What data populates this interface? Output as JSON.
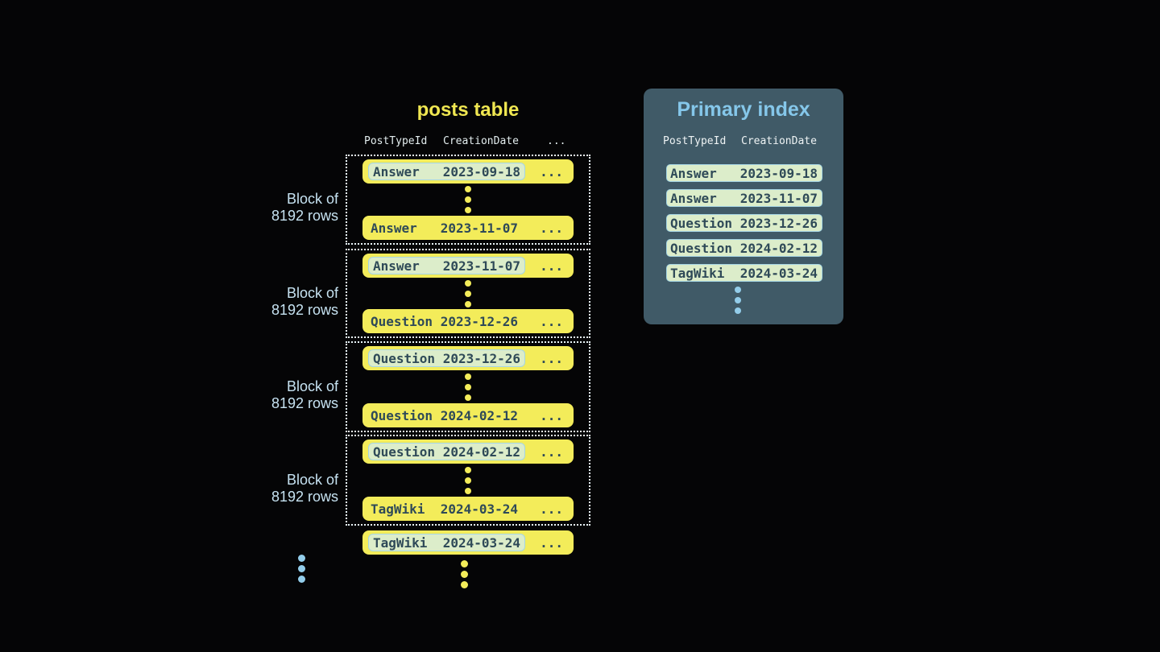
{
  "colors": {
    "background": "#050506",
    "row_yellow": "#f3ec5a",
    "title_yellow": "#f0e751",
    "row_text": "#2f4a58",
    "highlight_green": "#dcedca",
    "highlight_border": "#a5d5e4",
    "panel_background": "#405a67",
    "panel_title_blue": "#85c7ea",
    "header_text": "#e3edee",
    "block_label_blue": "#c6e2f1",
    "dot_blue": "#93cdea"
  },
  "posts_table": {
    "title": "posts table",
    "header": {
      "col1": "PostTypeId",
      "col2": "CreationDate",
      "ellipsis": "..."
    },
    "block_label": {
      "line1": "Block of",
      "line2": "8192 rows"
    },
    "row_ellipsis": "...",
    "blocks": [
      {
        "first_row": "Answer   2023-09-18",
        "last_row": "Answer   2023-11-07"
      },
      {
        "first_row": "Answer   2023-11-07",
        "last_row": "Question 2023-12-26"
      },
      {
        "first_row": "Question 2023-12-26",
        "last_row": "Question 2024-02-12"
      },
      {
        "first_row": "Question 2024-02-12",
        "last_row": "TagWiki  2024-03-24"
      }
    ],
    "overflow_row": "TagWiki  2024-03-24"
  },
  "primary_index": {
    "title": "Primary index",
    "header": {
      "col1": "PostTypeId",
      "col2": "CreationDate"
    },
    "rows": [
      "Answer   2023-09-18",
      "Answer   2023-11-07",
      "Question 2023-12-26",
      "Question 2024-02-12",
      "TagWiki  2024-03-24"
    ]
  }
}
